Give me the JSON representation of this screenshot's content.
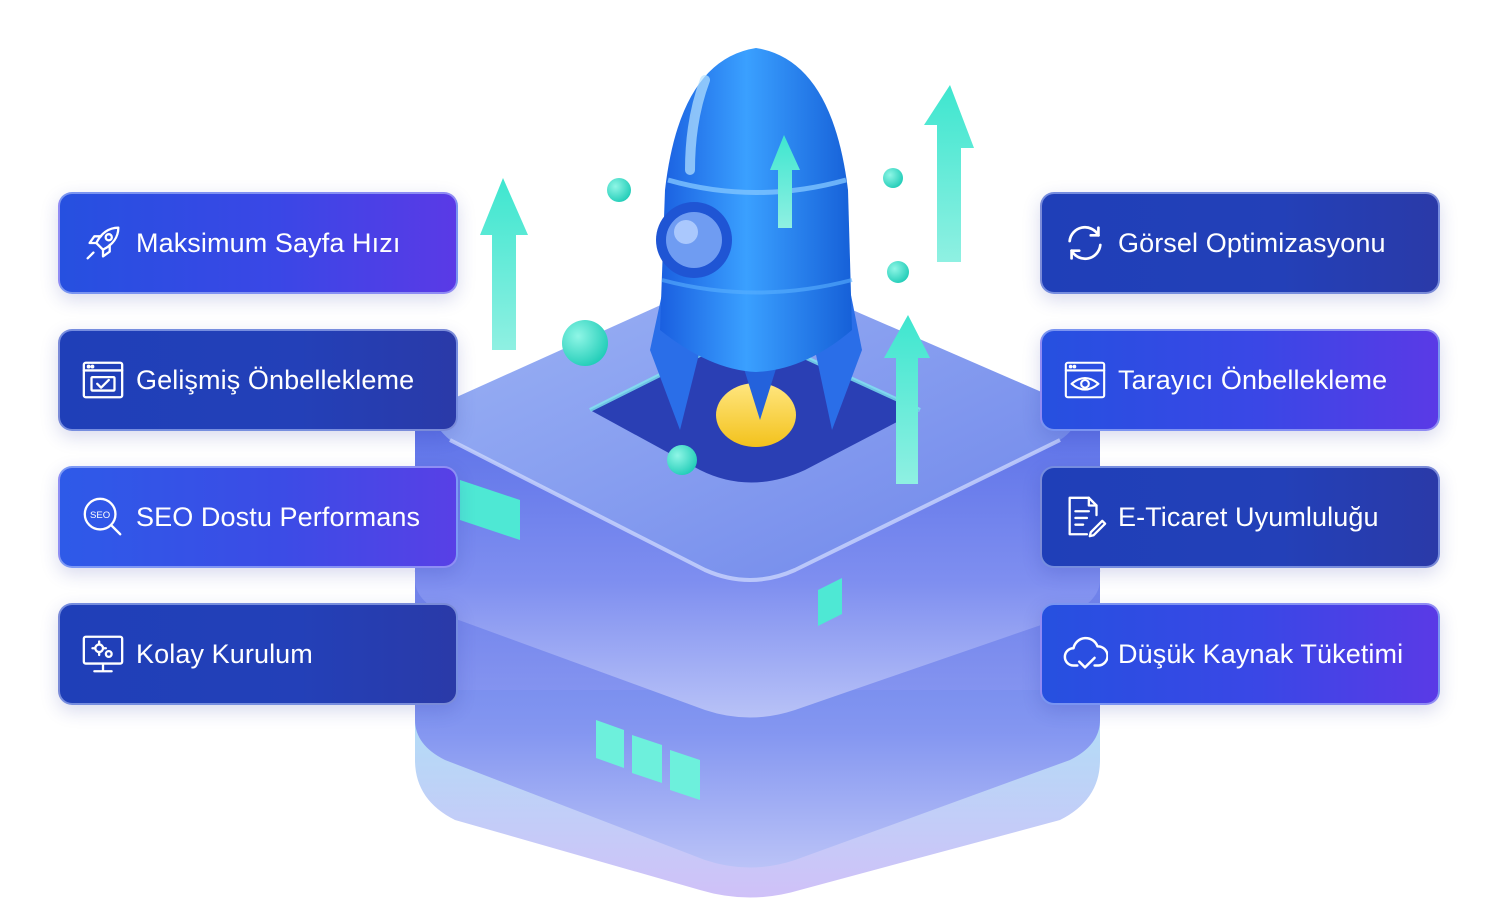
{
  "features_left": [
    {
      "label": "Maksimum Sayfa Hızı",
      "icon": "rocket-icon"
    },
    {
      "label": "Gelişmiş Önbellekleme",
      "icon": "browser-check-icon"
    },
    {
      "label": "SEO Dostu Performans",
      "icon": "seo-search-icon"
    },
    {
      "label": "Kolay Kurulum",
      "icon": "monitor-gears-icon"
    }
  ],
  "features_right": [
    {
      "label": "Görsel Optimizasyonu",
      "icon": "refresh-icon"
    },
    {
      "label": "Tarayıcı Önbellekleme",
      "icon": "browser-eye-icon"
    },
    {
      "label": "E-Ticaret Uyumluluğu",
      "icon": "document-edit-icon"
    },
    {
      "label": "Düşük Kaynak Tüketimi",
      "icon": "cloud-check-icon"
    }
  ],
  "seo_badge": "SEO",
  "colors": {
    "card_blue": "#2650e0",
    "card_violet": "#5a3ae6",
    "card_navy": "#1f3fb8",
    "accent_teal": "#3ee6cf",
    "rocket_blue": "#1f7cf0",
    "flame_yellow": "#f5d43a"
  }
}
